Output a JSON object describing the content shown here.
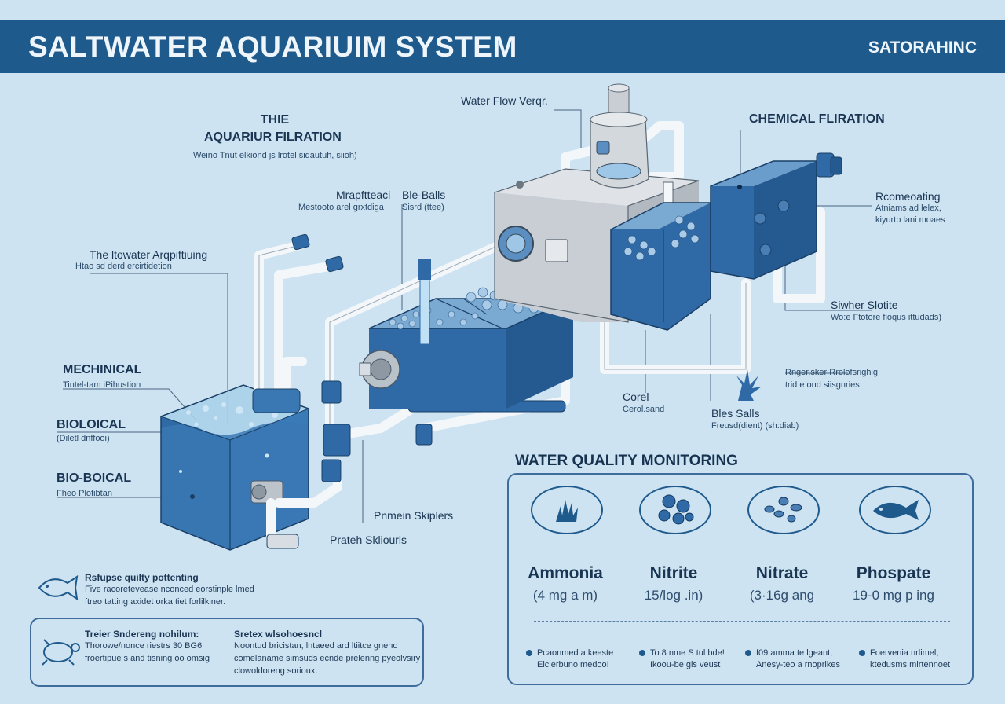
{
  "header": {
    "title": "SALTWATER AQUARIUIM SYSTEM",
    "brand": "SATORAHINC"
  },
  "labels": {
    "filtration_title_1": "THIE",
    "filtration_title_2": "AQUARIUR FILRATION",
    "filtration_sub": "Weino Tnut elkiond js lrotel sidautuh, siioh)",
    "water_flow": "Water Flow Verqr.",
    "chemical_filtration": "CHEMICAL FLIRATION",
    "mapartaci": "Mrapftteaci",
    "mapartaci_sub": "Mestooto arel grxtdiga",
    "bio_balls": "Ble-Balls",
    "bio_balls_sub": "Sisrd (ttee)",
    "saltwater_aq": "The ltowater Arqpiftiuing",
    "saltwater_aq_sub": "Htao sd derd ercirtidetion",
    "recommending": "Rcomeoating",
    "recommending_sub_1": "Atniams ad lelex,",
    "recommending_sub_2": "kiyurtp lani moaes",
    "mechanical": "MECHINICAL",
    "mechanical_sub": "Tintel-tam iPihustion",
    "biological": "BIOLOICAL",
    "biological_sub": "(Diletl dnffooi)",
    "bio_boical": "BIO-BOICAL",
    "bio_boical_sub": "Fheo Plofibtan",
    "swtter": "Siwher Slotite",
    "swtter_sub": "Wo:e Ftotore fioqus ittudads)",
    "rngersker_1": "Rnger.sker Rrolofsrighig",
    "rngersker_2": "trid e ond siisgnries",
    "corel": "Corel",
    "corel_sub": "Cerol.sand",
    "bles_salls": "Bles Salls",
    "bles_salls_sub": "Freusd(dient) (sh:diab)",
    "protein_1": "Pnmein Skiplers",
    "protein_2": "Prateh Skliourls"
  },
  "notes": {
    "note1_title": "Rsfupse quilty pottenting",
    "note1_line1": "Five racoretevease nconced eorstinple lmed",
    "note1_line2": "ftreo tatting axidet orka tiet forlilkiner.",
    "note2_title": "Treier Sndereng nohilum:",
    "note2_line1": "Thorowe/nonce riestrs 30 BG6",
    "note2_line2": "froertipue s and tisning oo omsig",
    "note3_title": "Sretex wlsohoesncl",
    "note3_line1": "Noontud bricistan, lntaeed ard ltiitce gneno",
    "note3_line2": "comelaname simsuds ecnde prelenng pyeolvsiry",
    "note3_line3": "clowoldoreng sorioux."
  },
  "monitoring": {
    "title": "WATER QUALITY MONITORING",
    "params": [
      {
        "name": "Ammonia",
        "value": "(4 mg a m)",
        "icon": "coral-icon"
      },
      {
        "name": "Nitrite",
        "value": "15/log .in)",
        "icon": "bio-balls-icon"
      },
      {
        "name": "Nitrate",
        "value": "(3·16g ang",
        "icon": "pebbles-icon"
      },
      {
        "name": "Phospate",
        "value": "19-0 mg p ing",
        "icon": "fish-icon"
      }
    ],
    "bullets": [
      {
        "line1": "Pcaonmed a keeste",
        "line2": "Eicierbuno medoo!"
      },
      {
        "line1": "To 8 nme S tul bde!",
        "line2": "Ikoou-be gis veust"
      },
      {
        "line1": "f09 amma te lgeant,",
        "line2": "Anesy-teo a rnoprikes"
      },
      {
        "line1": "Foervenia nrlimel,",
        "line2": "ktedusms mirtennoet"
      }
    ]
  },
  "colors": {
    "background": "#cde3f2",
    "header": "#1f5a8c",
    "tank_blue": "#2f6aa6",
    "pipe": "#f4f7fa",
    "reactor_grey": "#c9ced4"
  }
}
